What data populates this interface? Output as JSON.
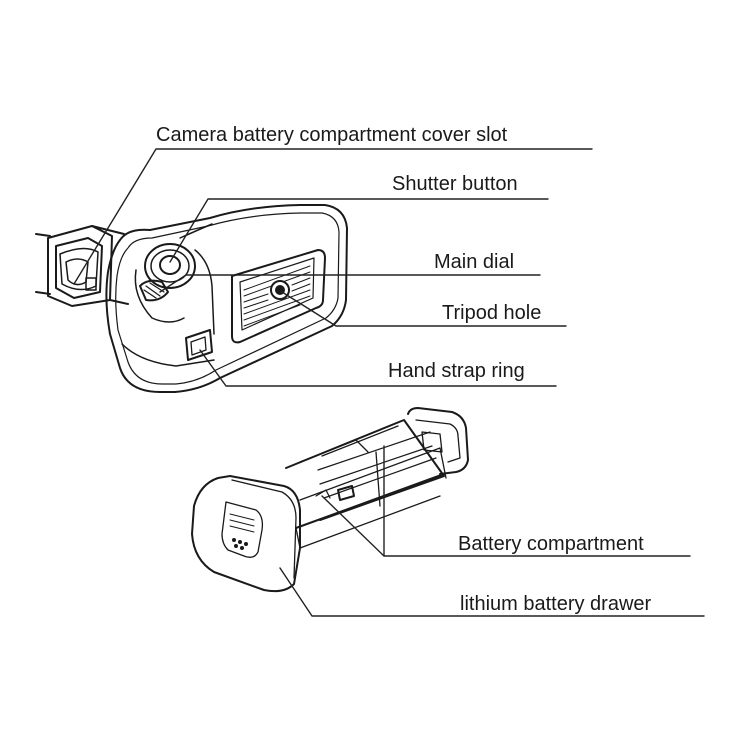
{
  "diagram": {
    "labels": {
      "cover_slot": "Camera battery compartment cover slot",
      "shutter_button": "Shutter button",
      "main_dial": "Main dial",
      "tripod_hole": "Tripod hole",
      "hand_strap_ring": "Hand strap ring",
      "battery_compartment": "Battery compartment",
      "battery_drawer": "lithium battery drawer"
    }
  }
}
